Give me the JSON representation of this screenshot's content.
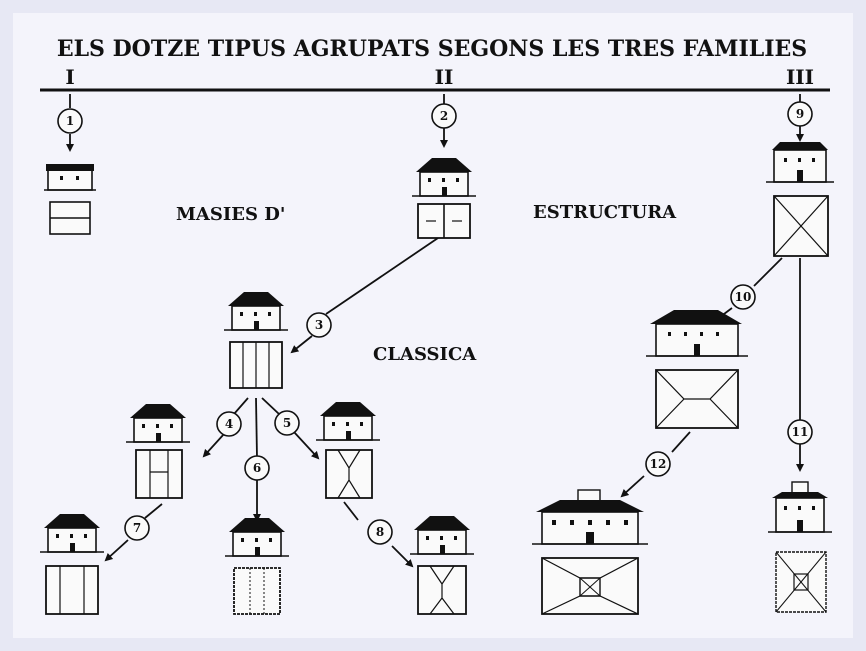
{
  "title": "ELS DOTZE TIPUS AGRUPATS SEGONS LES TRES FAMILIES",
  "families": [
    "I",
    "II",
    "III"
  ],
  "labels": {
    "word1": "MASIES D'",
    "word2": "ESTRUCTURA",
    "word3": "CLASSICA"
  },
  "types": [
    "1",
    "2",
    "3",
    "4",
    "5",
    "6",
    "7",
    "8",
    "9",
    "10",
    "11",
    "12"
  ],
  "colors": {
    "background": "#e7e8f4",
    "paper": "#f4f4fb",
    "ink": "#111111"
  }
}
